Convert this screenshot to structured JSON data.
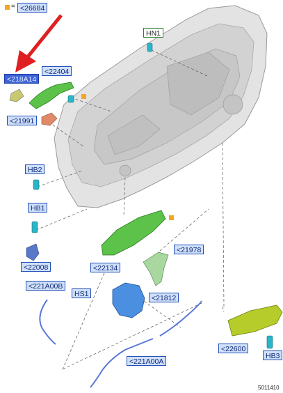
{
  "legend": {
    "symbol_color": "#f5a623",
    "equals": "=",
    "label": "<26684"
  },
  "callouts": {
    "hn1": "HN1",
    "l22404": "<22404",
    "l218a14": "<218A14",
    "l21991": "<21991",
    "hb2": "HB2",
    "hb1": "HB1",
    "l22008": "<22008",
    "l21978": "<21978",
    "l22134": "<22134",
    "l221a00b": "<221A00B",
    "hs1": "HS1",
    "l21812": "<21812",
    "l221a00a": "<221A00A",
    "l22600": "<22600",
    "hb3": "HB3"
  },
  "reference_number": "5011410",
  "colors": {
    "arrow": "#e02020",
    "door_panel": "#dcdcdc",
    "handle_green": "#5cc24a",
    "lock_blue": "#4a8fe0",
    "bracket_yellow": "#b6cc2a",
    "clip_cyan": "#2ab6c8",
    "highlight_label": "#3c63d8"
  }
}
